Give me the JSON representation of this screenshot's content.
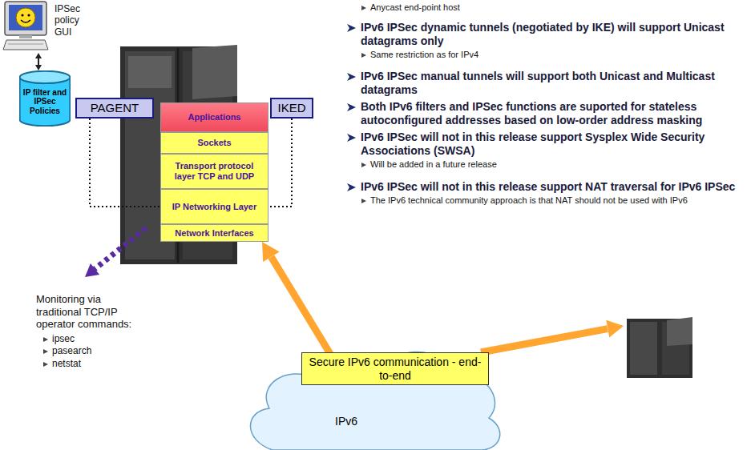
{
  "diagram": {
    "nodes": [
      {
        "text": [
          "IP filter and IPSec Policies"
        ]
      },
      {
        "text": [
          "PAGENT"
        ]
      },
      {
        "text": [
          "IKED"
        ]
      },
      {
        "text": [
          "Applications"
        ]
      },
      {
        "text": [
          "Sockets"
        ]
      },
      {
        "text": [
          "Transport protocol layer TCP and UDP"
        ]
      },
      {
        "text": [
          "IP Networking Layer"
        ]
      },
      {
        "text": [
          "Network Interfaces"
        ]
      },
      {
        "text": [
          "IPv6"
        ]
      },
      {
        "text": [
          "Secure IPv6 communication - end-to-end"
        ],
        "in": 8
      }
    ],
    "edges": [
      {
        "from": 1,
        "to": 6,
        "arrow": "none"
      },
      {
        "from": 2,
        "to": 6,
        "arrow": "none"
      },
      {
        "from": 8,
        "to": 7,
        "arrow": "to"
      }
    ],
    "labels": [
      "IPSec policy GUI",
      "Monitoring via traditional TCP/IP operator commands:",
      "ipsec",
      "pasearch",
      "netstat",
      "Anycast end-point host",
      "IPv6 IPSec dynamic tunnels (negotiated by IKE) will support Unicast datagrams only",
      "Same restriction as for IPv4",
      "IPv6 IPSec manual tunnels will support both Unicast and Multicast datagrams",
      "Both IPv6 filters and IPSec functions are suported for stateless autoconfigured addresses based on low-order address masking",
      "IPv6 IPSec will not in this release support Sysplex Wide Security Associations (SWSA)",
      "Will be added in a future release",
      "IPv6 IPSec will not in this release support NAT traversal for IPv6 IPSec",
      "The IPv6 technical community approach is that NAT should not be used with IPv6"
    ]
  }
}
